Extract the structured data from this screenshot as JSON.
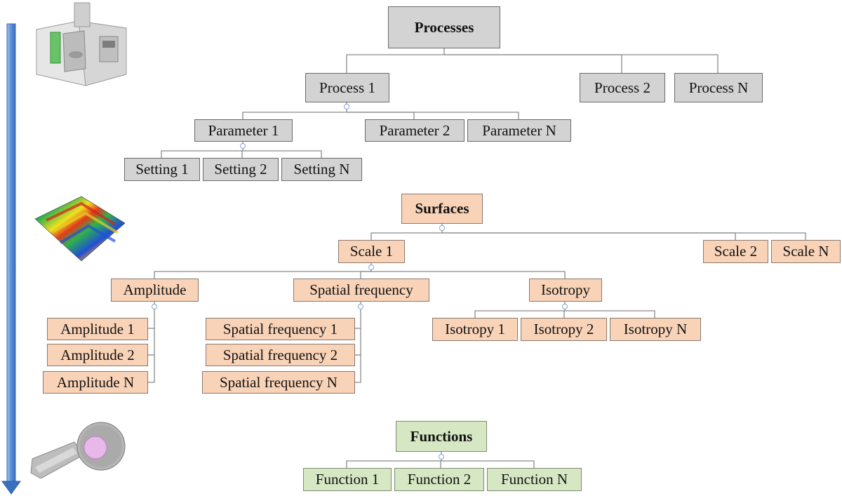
{
  "processes": {
    "title": "Processes",
    "items": [
      "Process 1",
      "Process 2",
      "Process N"
    ],
    "parameters": [
      "Parameter 1",
      "Parameter 2",
      "Parameter N"
    ],
    "settings": [
      "Setting 1",
      "Setting 2",
      "Setting N"
    ]
  },
  "surfaces": {
    "title": "Surfaces",
    "scales": [
      "Scale 1",
      "Scale 2",
      "Scale N"
    ],
    "categories": [
      "Amplitude",
      "Spatial frequency",
      "Isotropy"
    ],
    "amplitude": [
      "Amplitude 1",
      "Amplitude 2",
      "Amplitude N"
    ],
    "spatial_frequency": [
      "Spatial frequency 1",
      "Spatial frequency 2",
      "Spatial frequency N"
    ],
    "isotropy": [
      "Isotropy 1",
      "Isotropy 2",
      "Isotropy N"
    ]
  },
  "functions": {
    "title": "Functions",
    "items": [
      "Function 1",
      "Function 2",
      "Function N"
    ]
  },
  "colors": {
    "process_fill": "#d3d3d3",
    "surface_fill": "#f9d3b8",
    "function_fill": "#d6e7c4",
    "arrow": "#4a7cc9"
  }
}
